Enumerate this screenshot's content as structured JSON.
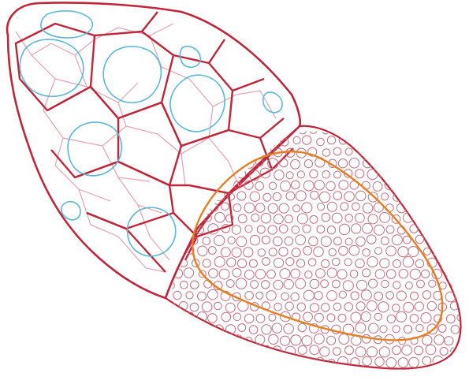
{
  "colors": {
    "background": "#ffffff",
    "outline": "#c0263a",
    "plate-borders": "#c0263a",
    "inner-faint-lines": "#e4a3ae",
    "plate-cores": "#5bb8d6",
    "granules": "#c56e7d",
    "highlight-outline": "#e67e22"
  },
  "icons": {
    "plates": "polygon-cell",
    "cores": "blob",
    "granules": "circle"
  }
}
